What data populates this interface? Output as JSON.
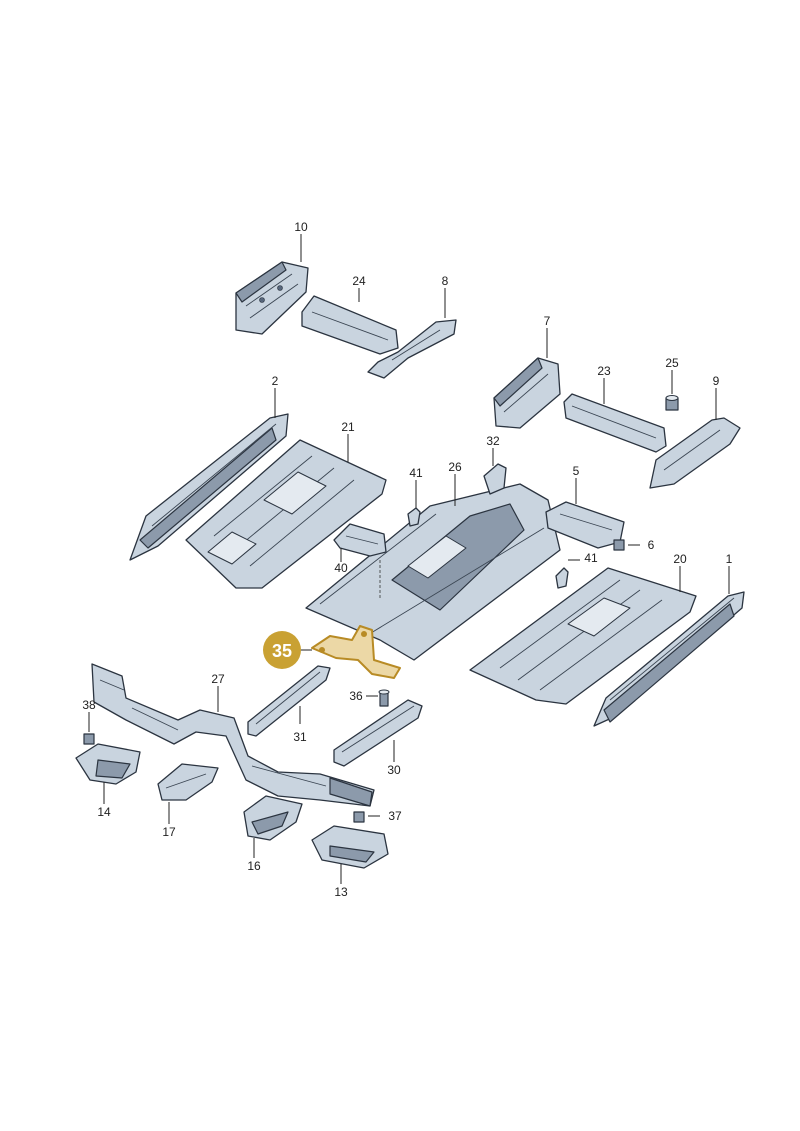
{
  "highlight": {
    "label": "35",
    "color": "#c9a133"
  },
  "callouts": {
    "c1": "1",
    "c2": "2",
    "c5": "5",
    "c6": "6",
    "c7": "7",
    "c8": "8",
    "c9": "9",
    "c10": "10",
    "c13": "13",
    "c14": "14",
    "c16": "16",
    "c17": "17",
    "c20": "20",
    "c21": "21",
    "c23": "23",
    "c24": "24",
    "c25": "25",
    "c26": "26",
    "c27": "27",
    "c30": "30",
    "c31": "31",
    "c32": "32",
    "c36": "36",
    "c37": "37",
    "c38": "38",
    "c40": "40",
    "c41a": "41",
    "c41b": "41"
  }
}
